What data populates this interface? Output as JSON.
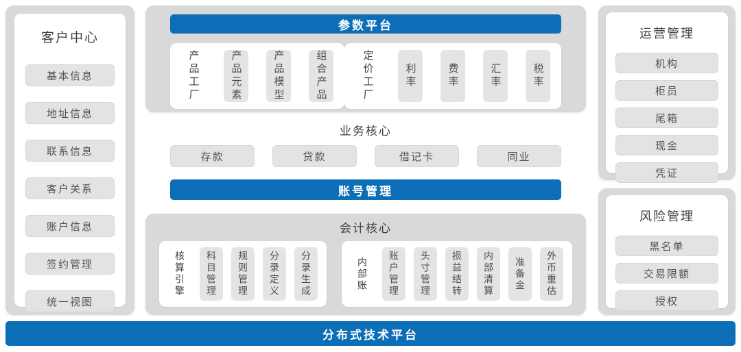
{
  "colors": {
    "accent_blue": "#0d6eb8",
    "container_gray": "#d9d9d9",
    "chip_gray": "#e4e4e4",
    "title_text": "#3d4043",
    "item_text": "#505356",
    "bar_text": "#ffffff"
  },
  "left_panel": {
    "title": "客户中心",
    "items": [
      "基本信息",
      "地址信息",
      "联系信息",
      "客户关系",
      "账户信息",
      "签约管理",
      "统一视图"
    ]
  },
  "center": {
    "param_platform": {
      "title": "参数平台",
      "groups": [
        {
          "label": "产品工厂",
          "items": [
            "产品元素",
            "产品模型",
            "组合产品"
          ]
        },
        {
          "label": "定价工厂",
          "items": [
            "利率",
            "费率",
            "汇率",
            "税率"
          ]
        }
      ]
    },
    "business_core": {
      "title": "业务核心",
      "items": [
        "存款",
        "贷款",
        "借记卡",
        "同业"
      ]
    },
    "account_mgmt": {
      "title": "账号管理"
    },
    "accounting_core": {
      "title": "会计核心",
      "groups": [
        {
          "label": "核算引擎",
          "items": [
            "科目管理",
            "规则管理",
            "分录定义",
            "分录生成"
          ]
        },
        {
          "label": "内部账",
          "items": [
            "账户管理",
            "头寸管理",
            "损益结转",
            "内部清算",
            "准备金",
            "外币重估"
          ]
        }
      ]
    }
  },
  "right_panels": [
    {
      "title": "运营管理",
      "items": [
        "机构",
        "柜员",
        "尾箱",
        "现金",
        "凭证"
      ]
    },
    {
      "title": "风险管理",
      "items": [
        "黑名单",
        "交易限额",
        "授权"
      ]
    }
  ],
  "bottom_bar": {
    "title": "分布式技术平台"
  }
}
